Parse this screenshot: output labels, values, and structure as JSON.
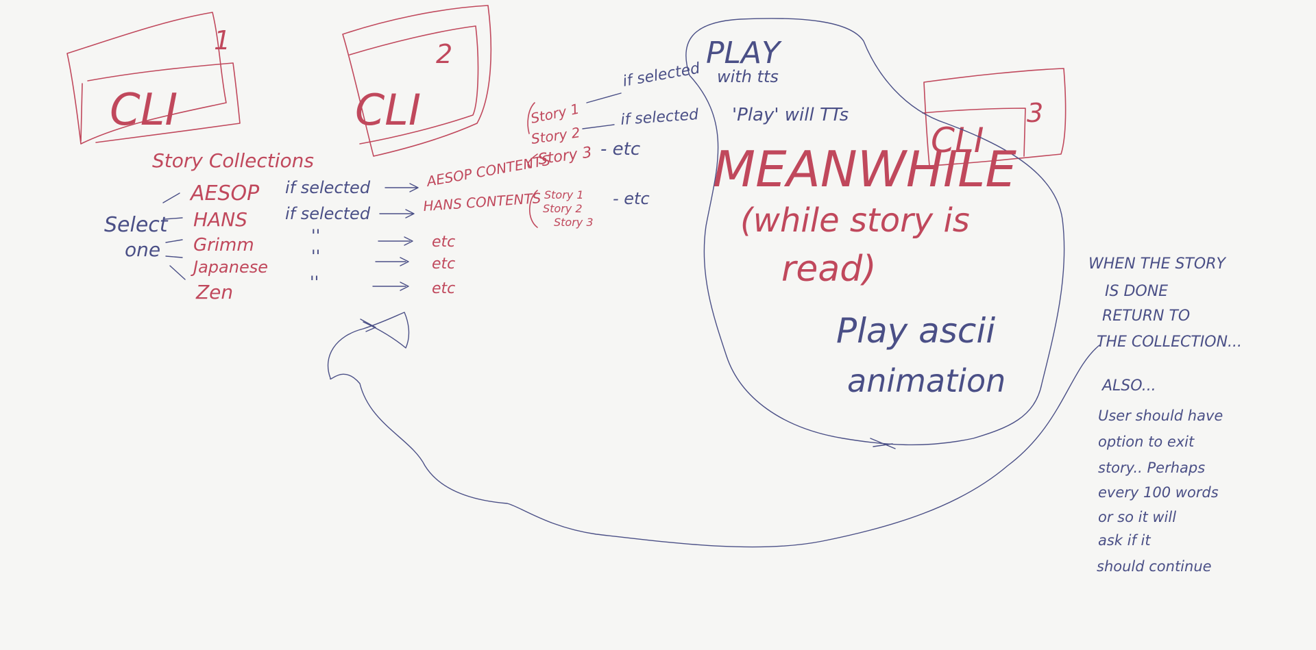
{
  "colors": {
    "red_ink": "#c0485c",
    "blue_ink": "#4a4f86",
    "paper": "#f6f6f4"
  },
  "screens": [
    {
      "label": "CLI",
      "number": "1"
    },
    {
      "label": "CLI",
      "number": "2"
    },
    {
      "label": "CLI",
      "number": "3"
    }
  ],
  "collections": {
    "title": "Story Collections",
    "select_label_1": "Select",
    "select_label_2": "one",
    "items": [
      "AESOP",
      "HANS",
      "Grimm",
      "Japanese",
      "Zen"
    ],
    "if_selected": "if selected",
    "ditto": "''",
    "aesop_contents": "AESOP CONTENTS",
    "hans_contents": "HANS CONTENTS",
    "etc": "etc"
  },
  "aesop_stories": [
    "Story 1",
    "Story 2",
    "Story 3"
  ],
  "hans_stories": [
    "Story 1",
    "Story 2",
    "Story 3"
  ],
  "story_actions": {
    "if_selected_1": "if selected",
    "if_selected_2": "if selected",
    "etc": "- etc",
    "hans_etc": "- etc"
  },
  "play": {
    "line1": "PLAY",
    "line2": "with tts",
    "line3": "'Play' will TTs"
  },
  "meanwhile": {
    "line1": "MEANWHILE",
    "line2": "(while story is",
    "line3": "read)",
    "line4": "Play ascii",
    "line5": "animation"
  },
  "notes": {
    "when_done": [
      "WHEN THE STORY",
      "IS DONE",
      "RETURN TO",
      "THE COLLECTION..."
    ],
    "also": [
      "ALSO...",
      "User should have",
      "option to exit",
      "story.. Perhaps",
      "every 100 words",
      "or so it will",
      "ask if it",
      "should continue"
    ]
  }
}
